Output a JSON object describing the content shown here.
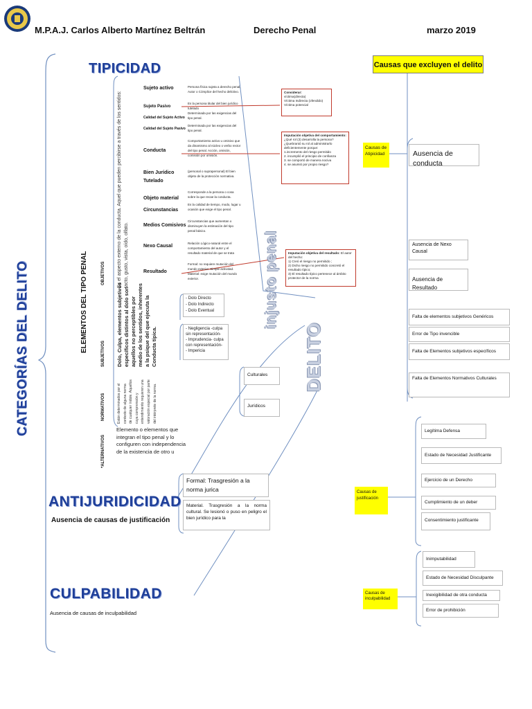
{
  "header": {
    "author": "M.P.A.J. Carlos Alberto Martínez Beltrán",
    "subject": "Derecho Penal",
    "date": "marzo 2019"
  },
  "left_title": "CATEGORÍAS DEL DELITO",
  "tipicidad": {
    "title": "TIPICIDAD",
    "elementos": "ELEMENTOS DEL TIPO PENAL",
    "objetivos": "OBJETIVOS",
    "objetivos_desc": "Es el aspecto externo de la conducta. Aquel que pueden percibirse a través de los sentidos: tacto, gusto, vista, oído, olfato.",
    "subjetivos": "SUBJETIVOS",
    "subjetivos_desc": "Dolo, Culpa, elementos subjetivos específicos distintos al dolo son aquellos no perceptibles por medio de los sentidos, inherentes a la psique del que ejecuta la Conducta típica.",
    "normativos": "NORMATIVOS",
    "normativos_desc": "Están determinados por el contexto de alguna norma de cualquier índole. Aquellos cuya comprensión y entendimiento requieren una valoración especial por parte del intérprete de la norma.",
    "alternativos": "*ALTERNATIVOS",
    "alternativos_desc": "Elemento o elementos que integran el tipo penal y lo configuren con independencia de la existencia de otro u"
  },
  "elements": [
    {
      "label": "Sujeto activo",
      "desc": "Persona física sujeta a derecho penal, Autor o Cómplice del hecho delictivo."
    },
    {
      "label": "Sujeto Pasivo",
      "desc": "Es la persona titular del bien jurídico tutelado"
    },
    {
      "label": "Calidad del Sujeto Activo",
      "desc": "Determinada por las exigencias del tipo penal."
    },
    {
      "label": "Calidad del Sujeto Pasivo",
      "desc": "Determinada por las exigencias del tipo penal."
    },
    {
      "label": "Conducta",
      "desc": "Comportamiento activo u omisivo que da dinamismo al núcleo o verbo rector del tipo penal. Acción, omisión, comisión por omisión."
    },
    {
      "label": "Bien Jurídico Tutelado",
      "desc": "(personal o suprapersonal) El bien objeto de la protección normativa."
    },
    {
      "label": "Objeto material",
      "desc": "Corresponde a la persona o cosa sobre la que recae la conducta."
    },
    {
      "label": "Circunstancias",
      "desc": "Es la calidad de tiempo, modo, lugar u ocasión que exige el tipo penal."
    },
    {
      "label": "Medios Comisivos",
      "desc": "Circunstancias que aumentan o disminuyen la estimación del tipo penal básico."
    },
    {
      "label": "Nexo Causal",
      "desc": "Relación Lógico-natural entre el comportamiento del autor y el resultado material de que se trata"
    },
    {
      "label": "Resultado",
      "desc": "Formal: no requiere mutación del mundo exterior. Simple actividad. Material: exige mutación del mundo exterior."
    }
  ],
  "considerar": {
    "title": "Considerar:",
    "lines": [
      "víctima(directa)",
      "Víctima Indirecta (ofendido)",
      "Víctima potencial"
    ]
  },
  "imputacion_comp": {
    "title": "Imputación objetiva del comportamiento:",
    "lines": [
      "¿Qué rol (3) desarrolla la persona?",
      "¿Quebrantó su rol al administrarlo deficientemente porque:",
      "1.incremento del riesgo permitido",
      "2. incumplió el principio de confianza",
      "3. se comportó de manera nociva",
      "4. se asumió por propio riesgo?"
    ]
  },
  "imputacion_res": {
    "title": "Imputación objetiva del resultado:",
    "title_rest": "El autor del hecho:",
    "lines": [
      "1) Creó el riesgo no permitido ;",
      "2) Dicho riesgo no permitido concretó el resultado típico;",
      "3) El resultado típico pertenece al ámbito protector de la norma"
    ]
  },
  "dolo": [
    "- Dolo Directo",
    "- Dolo Indirecto",
    "- Dolo Eventual"
  ],
  "culpa": [
    "- Negligencia -culpa sin representación-",
    "- Imprudencia- culpa con representación-",
    "- Impericia"
  ],
  "normativos_types": [
    "Culturales",
    "Jurídicos"
  ],
  "injusto": "injusto penal",
  "delito": "DELITO",
  "antijuridicidad": {
    "title": "ANTIJURIDICIDAD",
    "subtitle": "Ausencia de causas de justificación",
    "formal": "Formal: Trasgresión a la norma jurica",
    "material": "Material. Trasgresión a la norma cultural. Se lesionó o puso en peligro el bien jurídico para la"
  },
  "culpabilidad": {
    "title": "CULPABILIDAD",
    "subtitle": "Ausencia de causas de inculpabilidad"
  },
  "right": {
    "title": "Causas que excluyen el delito",
    "atipicidad_label": "Causas de Atipicidad",
    "atipicidad": [
      "Ausencia de conducta",
      "Ausencia de Nexo Causal",
      "Ausencia de Resultado",
      "Falta de elementos subjetivos Genéricos",
      "Error de Tipo invencible",
      "Falta de Elementos subjetivos específicos",
      "Falta de Elementos Normativos Culturales"
    ],
    "justificacion_label": "Causas de justificación",
    "justificacion": [
      "Legítima Defensa",
      "Estado de Necesidad Justificante",
      "Ejercicio de un Derecho",
      "Cumplimiento de un deber",
      "Consentimiento justificante"
    ],
    "inculpabilidad_label": "Causas de inculpabilidad",
    "inculpabilidad": [
      "Inimputabilidad",
      "Estado de Necesidad Disculpante",
      "Inexigibilidad de otra conducta",
      "Error de prohibición"
    ]
  }
}
